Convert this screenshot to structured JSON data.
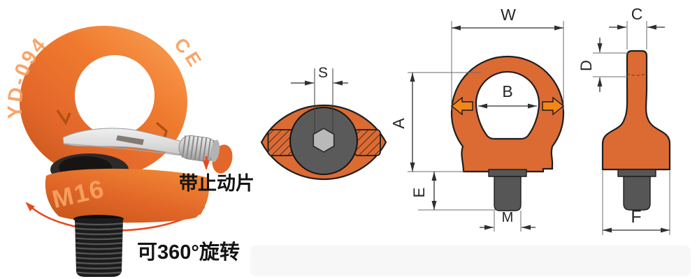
{
  "figure": {
    "photo": {
      "ring_marking_model": "YD-094",
      "ring_marking_cert": "CE",
      "base_marking_size": "M16",
      "callout_stop_plate": "带止动片",
      "callout_rotation": "可360°旋转"
    },
    "top_view": {
      "dim_socket_width": "S"
    },
    "front_view": {
      "dim_overall_width": "W",
      "dim_height": "A",
      "dim_eye_opening": "B",
      "dim_thread_protrusion": "E",
      "dim_thread_size": "M"
    },
    "side_view": {
      "dim_ring_section": "C",
      "dim_top_depth": "D",
      "dim_base_width": "F"
    },
    "colors": {
      "product_orange": "#ee7329",
      "diagram_orange": "#dc6a33",
      "rotation_arrow_red": "#e8491c",
      "steel_gray": "#d6d6d6",
      "bolt_dark": "#565656",
      "dimension_line": "#2f2f2f"
    }
  }
}
